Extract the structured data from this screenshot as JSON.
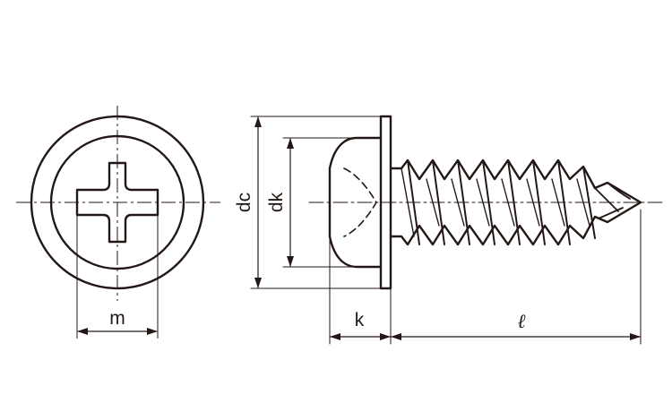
{
  "labels": {
    "m": "m",
    "dc": "dc",
    "dk": "dk",
    "k": "k",
    "l": "ℓ"
  },
  "colors": {
    "ink": "#231815",
    "background": "#ffffff"
  }
}
